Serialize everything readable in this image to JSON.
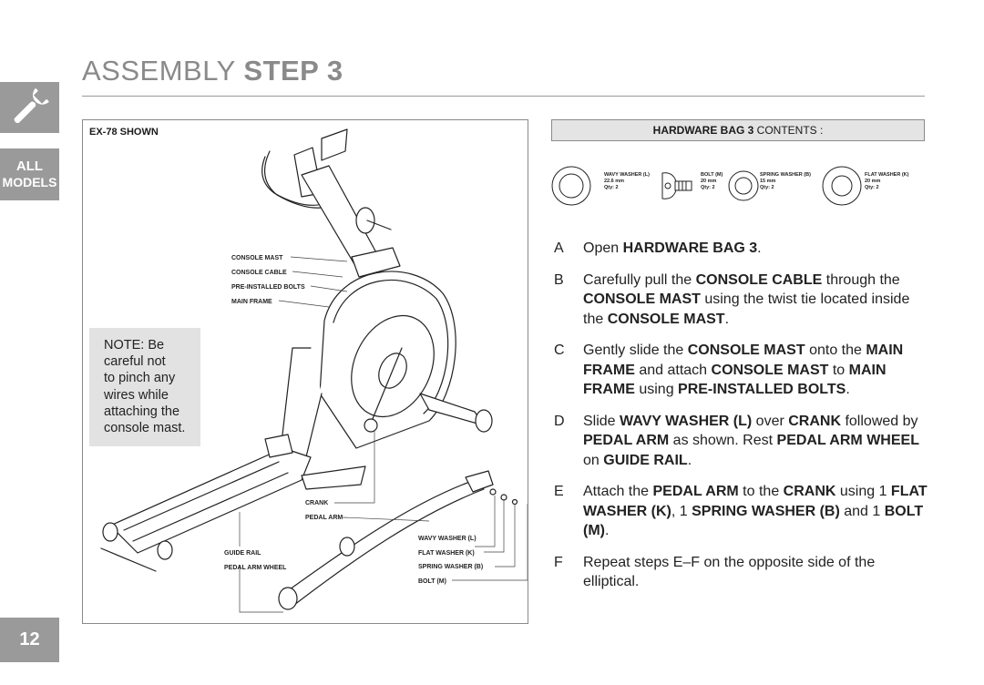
{
  "header": {
    "title_light": "ASSEMBLY",
    "title_bold": "STEP 3"
  },
  "sidebar": {
    "icon": "wrench-icon",
    "models_line1": "ALL",
    "models_line2": "MODELS",
    "page_number": "12"
  },
  "diagram": {
    "shown_label": "EX-78 SHOWN",
    "note_lines": [
      "NOTE: Be",
      "careful not",
      "to pinch any",
      "wires while",
      "attaching the",
      "console mast."
    ],
    "callouts": {
      "console_mast": "CONSOLE MAST",
      "console_cable": "CONSOLE CABLE",
      "pre_installed_bolts": "PRE-INSTALLED BOLTS",
      "main_frame": "MAIN FRAME",
      "crank": "CRANK",
      "pedal_arm": "PEDAL ARM",
      "wavy_washer": "WAVY WASHER (L)",
      "flat_washer": "FLAT WASHER (K)",
      "spring_washer": "SPRING WASHER (B)",
      "bolt": "BOLT (M)",
      "guide_rail": "GUIDE RAIL",
      "pedal_arm_wheel": "PEDAL ARM WHEEL"
    }
  },
  "hardware": {
    "header_bold": "HARDWARE BAG 3",
    "header_rest": "CONTENTS :",
    "items": [
      {
        "name": "WAVY WASHER (L)",
        "size": "22.6 mm",
        "qty": "Qty: 2"
      },
      {
        "name": "BOLT (M)",
        "size": "20 mm",
        "qty": "Qty: 2"
      },
      {
        "name": "SPRING WASHER (B)",
        "size": "15 mm",
        "qty": "Qty: 2"
      },
      {
        "name": "FLAT WASHER (K)",
        "size": "20 mm",
        "qty": "Qty: 2"
      }
    ]
  },
  "steps": [
    {
      "letter": "A",
      "parts": [
        [
          "Open ",
          false
        ],
        [
          "HARDWARE BAG 3",
          true
        ],
        [
          ".",
          false
        ]
      ]
    },
    {
      "letter": "B",
      "parts": [
        [
          "Carefully pull the ",
          false
        ],
        [
          "CONSOLE CABLE",
          true
        ],
        [
          " through the ",
          false
        ],
        [
          "CONSOLE MAST",
          true
        ],
        [
          " using the twist tie located inside the ",
          false
        ],
        [
          "CONSOLE MAST",
          true
        ],
        [
          ".",
          false
        ]
      ]
    },
    {
      "letter": "C",
      "parts": [
        [
          "Gently slide the ",
          false
        ],
        [
          "CONSOLE MAST",
          true
        ],
        [
          " onto the ",
          false
        ],
        [
          "MAIN FRAME",
          true
        ],
        [
          " and attach ",
          false
        ],
        [
          "CONSOLE MAST",
          true
        ],
        [
          " to ",
          false
        ],
        [
          "MAIN FRAME",
          true
        ],
        [
          " using ",
          false
        ],
        [
          "PRE-INSTALLED BOLTS",
          true
        ],
        [
          ".",
          false
        ]
      ]
    },
    {
      "letter": "D",
      "parts": [
        [
          "Slide ",
          false
        ],
        [
          "WAVY WASHER (L)",
          true
        ],
        [
          " over ",
          false
        ],
        [
          "CRANK",
          true
        ],
        [
          " followed by ",
          false
        ],
        [
          "PEDAL ARM",
          true
        ],
        [
          " as shown. Rest ",
          false
        ],
        [
          "PEDAL ARM WHEEL",
          true
        ],
        [
          " on ",
          false
        ],
        [
          "GUIDE RAIL",
          true
        ],
        [
          ".",
          false
        ]
      ]
    },
    {
      "letter": "E",
      "parts": [
        [
          "Attach the ",
          false
        ],
        [
          "PEDAL ARM",
          true
        ],
        [
          " to the ",
          false
        ],
        [
          "CRANK",
          true
        ],
        [
          " using 1 ",
          false
        ],
        [
          "FLAT WASHER (K)",
          true
        ],
        [
          ", 1 ",
          false
        ],
        [
          "SPRING WASHER (B)",
          true
        ],
        [
          " and 1 ",
          false
        ],
        [
          "BOLT (M)",
          true
        ],
        [
          ".",
          false
        ]
      ]
    },
    {
      "letter": "F",
      "parts": [
        [
          "Repeat steps E–F on the opposite side of the elliptical.",
          false
        ]
      ]
    }
  ]
}
